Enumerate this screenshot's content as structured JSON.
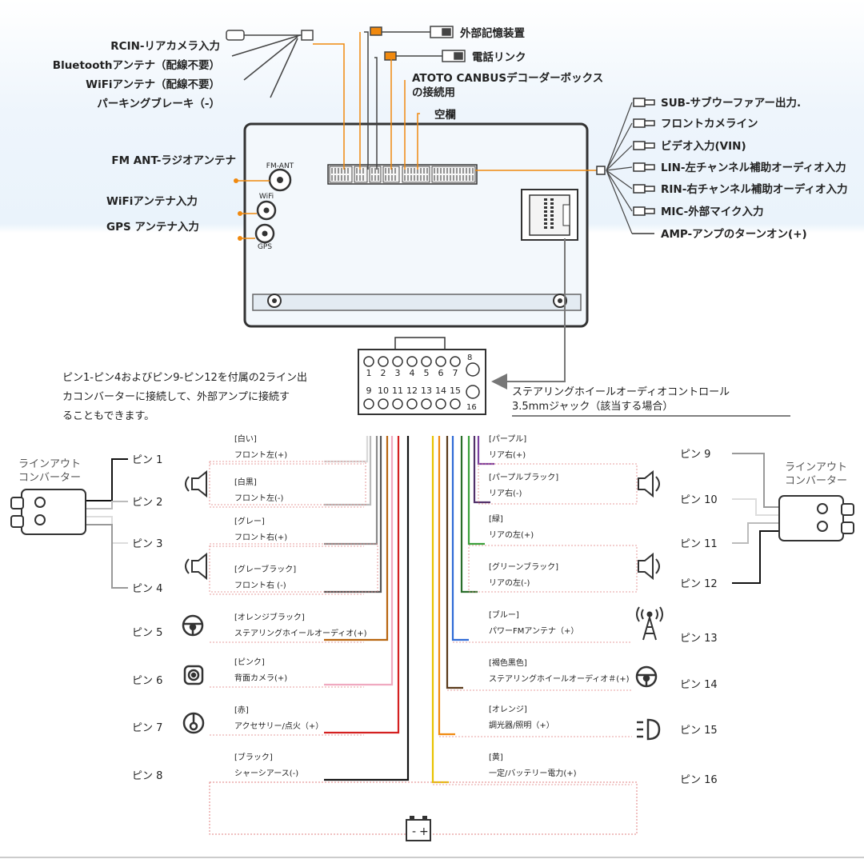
{
  "top_left_labels": [
    "RCIN-リアカメラ入力",
    "Bluetoothアンテナ（配線不要）",
    "WiFiアンテナ（配線不要）",
    "パーキングブレーキ（-）"
  ],
  "top_labels": {
    "ext_storage": "外部記憶装置",
    "phone_link": "電話リンク",
    "canbus_1": "ATOTO CANBUSデコーダーボックス",
    "canbus_2": "の接続用",
    "blank": "空欄"
  },
  "right_labels": [
    "SUB-サブウーファアー出力.",
    "フロントカメライン",
    "ビデオ入力(VIN)",
    "LIN-左チャンネル補助オーディオ入力",
    "RIN-右チャンネル補助オーディオ入力",
    "MIC-外部マイク入力",
    "AMP-アンプのターンオン(+)"
  ],
  "antenna_labels": {
    "fm": "FM ANT-ラジオアンテナ",
    "wifi": "WiFiアンテナ入力",
    "gps": "GPS アンテナ入力"
  },
  "unit_marks": {
    "fm": "FM-ANT",
    "wifi": "WiFi",
    "gps": "GPS"
  },
  "connector": {
    "top_numbers": [
      "1",
      "2",
      "3",
      "4",
      "5",
      "6",
      "7",
      "8"
    ],
    "bottom_numbers": [
      "9",
      "10",
      "11",
      "12",
      "13",
      "14",
      "15",
      "16"
    ]
  },
  "note": [
    "ピン1-ピン4およびピン9-ピン12を付属の2ライン出",
    "カコンバーターに接続して、外部アンプに接続す",
    "ることもできます。"
  ],
  "steering_jack": [
    "ステアリングホイールオーディオコントロール",
    "3.5mmジャック（該当する場合）"
  ],
  "converter_label": [
    "ラインアウト",
    "コンバーター"
  ],
  "left_pins": [
    {
      "pin": "ピン 1",
      "color_name": "[白い]",
      "function": "フロント左(+)",
      "color": "#d8d8d8"
    },
    {
      "pin": "ピン 2",
      "color_name": "[白黒]",
      "function": "フロント左(-)",
      "color": "#bbbbbb"
    },
    {
      "pin": "ピン 3",
      "color_name": "[グレー]",
      "function": "フロント右(+)",
      "color": "#8a8a8a"
    },
    {
      "pin": "ピン 4",
      "color_name": "[グレーブラック]",
      "function": "フロント右 (-)",
      "color": "#555555"
    },
    {
      "pin": "ピン 5",
      "color_name": "[オレンジブラック]",
      "function": "ステアリングホイールオーディオ(+)",
      "color": "#b8650f"
    },
    {
      "pin": "ピン 6",
      "color_name": "[ピンク]",
      "function": "背面カメラ(+)",
      "color": "#f0a9c0"
    },
    {
      "pin": "ピン 7",
      "color_name": "[赤]",
      "function": "アクセサリー/点火（+）",
      "color": "#d42020"
    },
    {
      "pin": "ピン 8",
      "color_name": "[ブラック]",
      "function": "シャーシアース(-)",
      "color": "#111111"
    }
  ],
  "right_pins": [
    {
      "pin": "ピン 9",
      "color_name": "[パープル]",
      "function": "リア右(+)",
      "color": "#7b3fa0"
    },
    {
      "pin": "ピン 10",
      "color_name": "[パープルブラック]",
      "function": "リア右(-)",
      "color": "#52306a"
    },
    {
      "pin": "ピン 11",
      "color_name": "[緑]",
      "function": "リアの左(+)",
      "color": "#3aa03a"
    },
    {
      "pin": "ピン 12",
      "color_name": "[グリーンブラック]",
      "function": "リアの左(-)",
      "color": "#2a6e2a"
    },
    {
      "pin": "ピン 13",
      "color_name": "[ブルー]",
      "function": "パワーFMアンテナ（+）",
      "color": "#2f6bd6"
    },
    {
      "pin": "ピン 14",
      "color_name": "[褐色黒色]",
      "function": "ステアリングホイールオーディオ＃(+)",
      "color": "#5a3a1a"
    },
    {
      "pin": "ピン 15",
      "color_name": "[オレンジ]",
      "function": "調光器/照明（+）",
      "color": "#f08a10"
    },
    {
      "pin": "ピン 16",
      "color_name": "[黄]",
      "function": "一定/バッテリー電力(+)",
      "color": "#e8c300"
    }
  ],
  "colors": {
    "accent": "#f0890f",
    "unit_bg": "#eef5fb"
  }
}
